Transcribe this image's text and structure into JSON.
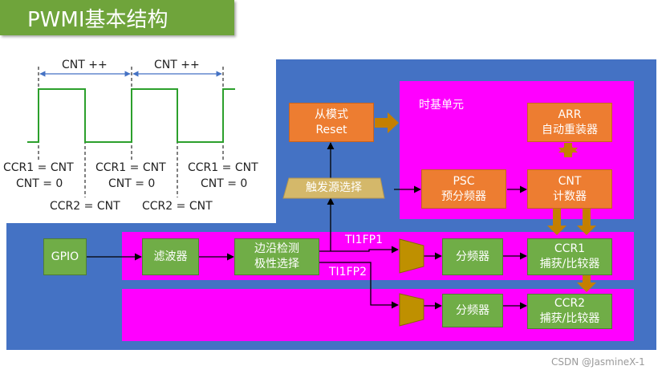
{
  "title": "PWMI基本结构",
  "waveform": {
    "cnt_inc_1": "CNT ++",
    "cnt_inc_2": "CNT ++",
    "ccr1_eq_1": "CCR1 = CNT",
    "ccr1_eq_2": "CCR1 = CNT",
    "ccr1_eq_3": "CCR1 = CNT",
    "cnt_zero_1": "CNT = 0",
    "cnt_zero_2": "CNT = 0",
    "cnt_zero_3": "CNT = 0",
    "ccr2_eq_1": "CCR2 = CNT",
    "ccr2_eq_2": "CCR2 = CNT"
  },
  "blocks": {
    "slave_mode": [
      "从模式",
      "Reset"
    ],
    "timebase_unit": "时基单元",
    "arr": [
      "ARR",
      "自动重装器"
    ],
    "psc": [
      "PSC",
      "预分频器"
    ],
    "cnt": [
      "CNT",
      "计数器"
    ],
    "trigger_select": "触发源选择",
    "gpio": "GPIO",
    "filter": "滤波器",
    "edge_detect": [
      "边沿检测",
      "极性选择"
    ],
    "divider_1": "分频器",
    "divider_2": "分频器",
    "ccr1": [
      "CCR1",
      "捕获/比较器"
    ],
    "ccr2": [
      "CCR2",
      "捕获/比较器"
    ]
  },
  "signals": {
    "ti1fp1": "TI1FP1",
    "ti1fp2": "TI1FP2"
  },
  "watermark": "CSDN @JasmineX-1",
  "colors": {
    "blue_panel": "#4472c4",
    "magenta": "#ff00ff",
    "orange": "#ed7d31",
    "green": "#70ad47",
    "mux": "#bf9000",
    "arrow_orange": "#c47f00",
    "title_green": "#6fa43b"
  }
}
